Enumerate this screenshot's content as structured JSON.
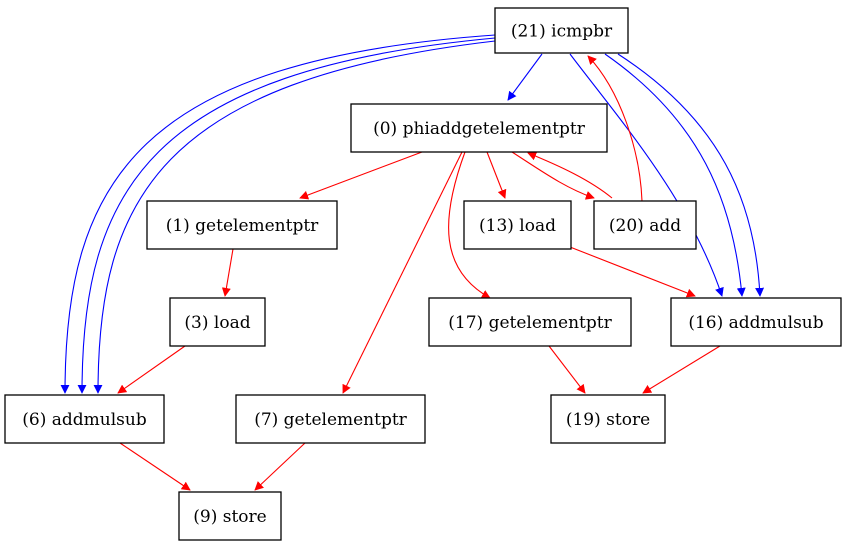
{
  "colors": {
    "data_edge": "#ff0000",
    "control_edge": "#0000ff",
    "node_stroke": "#000000",
    "background": "#ffffff"
  },
  "nodes": [
    {
      "id": "n21",
      "label": "(21) icmpbr"
    },
    {
      "id": "n0",
      "label": "(0) phiaddgetelementptr"
    },
    {
      "id": "n1",
      "label": "(1) getelementptr"
    },
    {
      "id": "n13",
      "label": "(13) load"
    },
    {
      "id": "n20",
      "label": "(20) add"
    },
    {
      "id": "n3",
      "label": "(3) load"
    },
    {
      "id": "n17",
      "label": "(17) getelementptr"
    },
    {
      "id": "n16",
      "label": "(16) addmulsub"
    },
    {
      "id": "n6",
      "label": "(6) addmulsub"
    },
    {
      "id": "n7",
      "label": "(7) getelementptr"
    },
    {
      "id": "n19",
      "label": "(19) store"
    },
    {
      "id": "n9",
      "label": "(9) store"
    }
  ],
  "edges": [
    {
      "from": "n21",
      "to": "n0",
      "kind": "control"
    },
    {
      "from": "n21",
      "to": "n6",
      "kind": "control"
    },
    {
      "from": "n21",
      "to": "n6",
      "kind": "control"
    },
    {
      "from": "n21",
      "to": "n6",
      "kind": "control"
    },
    {
      "from": "n21",
      "to": "n16",
      "kind": "control"
    },
    {
      "from": "n21",
      "to": "n16",
      "kind": "control"
    },
    {
      "from": "n21",
      "to": "n16",
      "kind": "control"
    },
    {
      "from": "n0",
      "to": "n1",
      "kind": "data"
    },
    {
      "from": "n0",
      "to": "n13",
      "kind": "data"
    },
    {
      "from": "n0",
      "to": "n20",
      "kind": "data"
    },
    {
      "from": "n20",
      "to": "n0",
      "kind": "data"
    },
    {
      "from": "n20",
      "to": "n21",
      "kind": "data"
    },
    {
      "from": "n0",
      "to": "n17",
      "kind": "data"
    },
    {
      "from": "n0",
      "to": "n7",
      "kind": "data"
    },
    {
      "from": "n1",
      "to": "n3",
      "kind": "data"
    },
    {
      "from": "n3",
      "to": "n6",
      "kind": "data"
    },
    {
      "from": "n13",
      "to": "n16",
      "kind": "data"
    },
    {
      "from": "n17",
      "to": "n19",
      "kind": "data"
    },
    {
      "from": "n16",
      "to": "n19",
      "kind": "data"
    },
    {
      "from": "n6",
      "to": "n9",
      "kind": "data"
    },
    {
      "from": "n7",
      "to": "n9",
      "kind": "data"
    }
  ]
}
